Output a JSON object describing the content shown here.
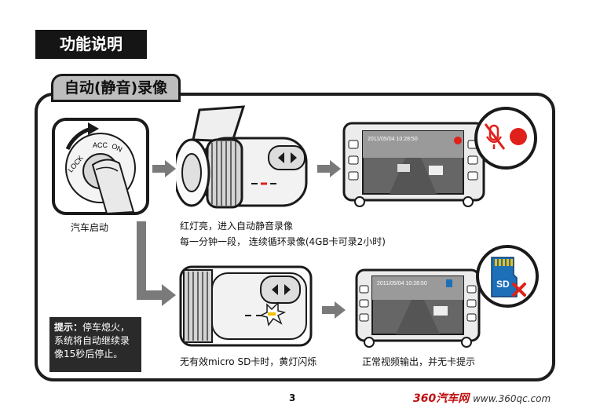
{
  "header": {
    "title": "功能说明"
  },
  "section": {
    "tab_title": "自动(静音)录像"
  },
  "ignition": {
    "label_lock": "LOCK",
    "label_acc": "ACC",
    "label_on": "ON",
    "caption": "汽车启动"
  },
  "camera_step": {
    "line1": "红灯亮，进入自动静音录像",
    "line2": "每一分钟一段， 连续循环录像(4GB卡可录2小时)"
  },
  "screen1": {
    "timestamp": "2011/05/04  10:28:50"
  },
  "screen2": {
    "timestamp": "2011/05/04  10:28:50"
  },
  "no_card_step": {
    "caption": "无有效micro SD卡时，黄灯闪烁"
  },
  "output_step": {
    "caption": "正常视频输出，并无卡提示"
  },
  "sd_card": {
    "label": "SD"
  },
  "tip": {
    "label": "提示：",
    "text": "停车熄火，系统将自动继续录像15秒后停止。"
  },
  "footer": {
    "page_number": "3",
    "watermark_brand": "360汽车网",
    "watermark_url": "www.360qc.com"
  },
  "colors": {
    "red_led": "#e0201a",
    "yellow_led": "#f0c000",
    "sd_blue": "#1d6fb8",
    "arrow_gray": "#7a7a7a"
  }
}
